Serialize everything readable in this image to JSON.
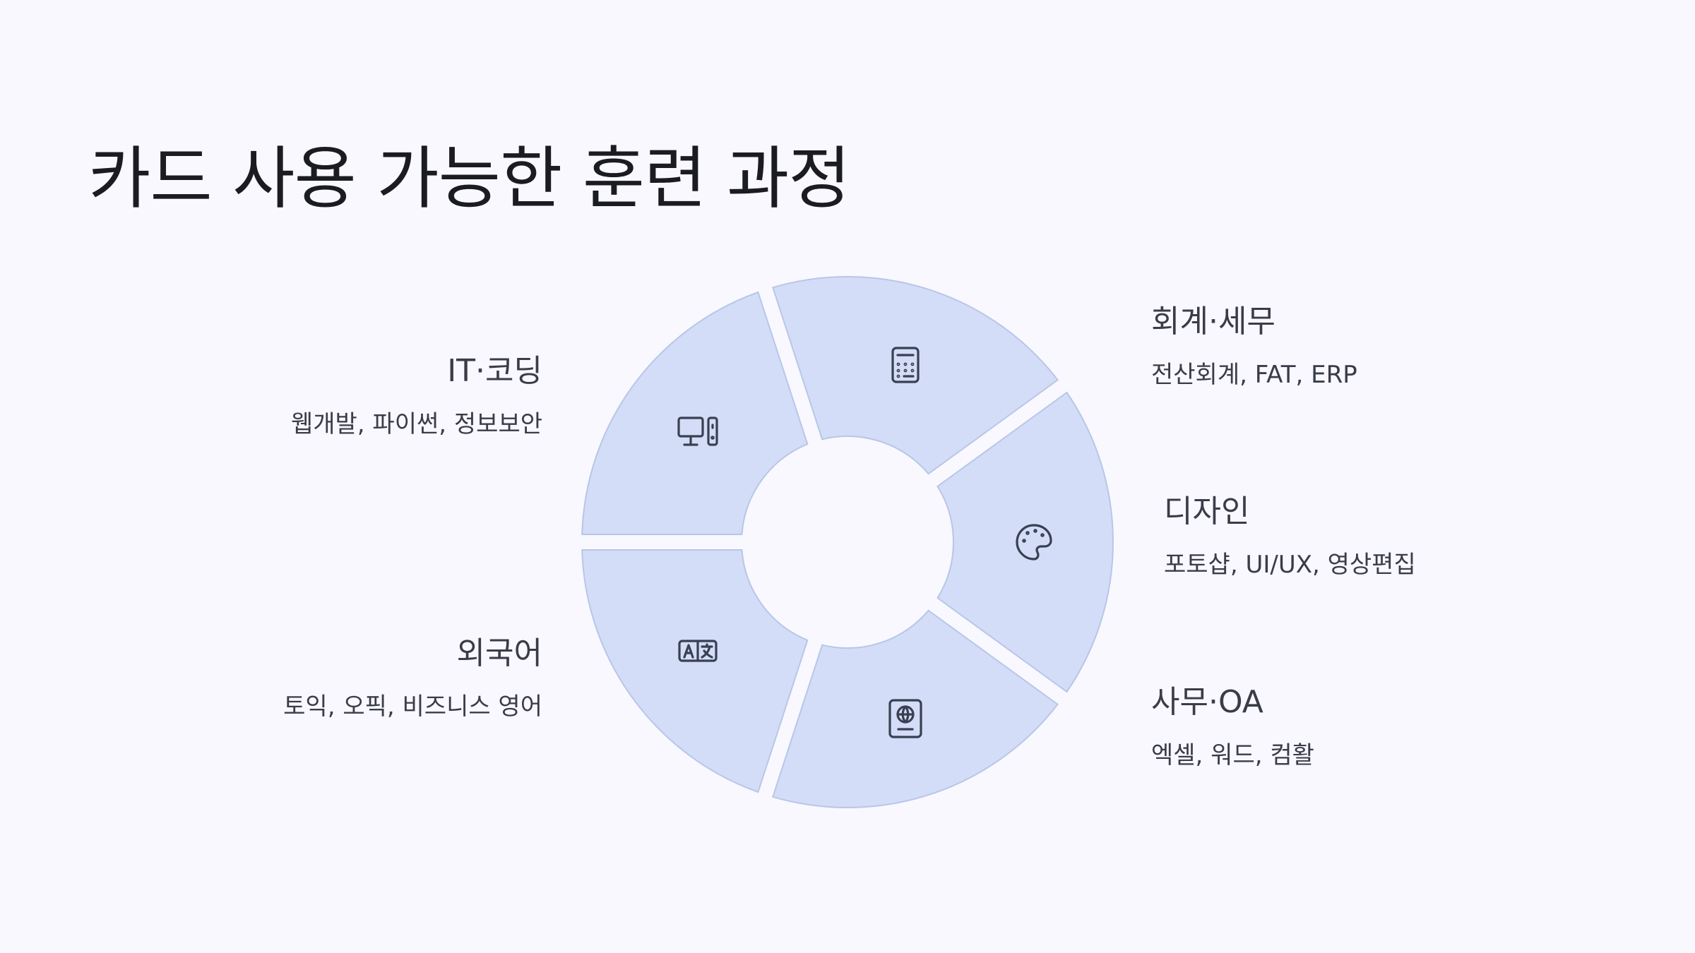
{
  "title": "카드 사용 가능한 훈련 과정",
  "colors": {
    "segment_fill": "#d3ddf7",
    "segment_stroke": "#b8c6e8",
    "icon": "#3a3f52",
    "text": "#3a3c48",
    "background": "#f8f8fe"
  },
  "categories": [
    {
      "id": "it",
      "title": "IT·코딩",
      "subtitle": "웹개발, 파이썬, 정보보안",
      "icon": "computer-icon"
    },
    {
      "id": "accounting",
      "title": "회계·세무",
      "subtitle": "전산회계, FAT, ERP",
      "icon": "calculator-icon"
    },
    {
      "id": "design",
      "title": "디자인",
      "subtitle": "포토샵, UI/UX, 영상편집",
      "icon": "palette-icon"
    },
    {
      "id": "office",
      "title": "사무·OA",
      "subtitle": "엑셀, 워드, 컴활",
      "icon": "passport-icon"
    },
    {
      "id": "language",
      "title": "외국어",
      "subtitle": "토익, 오픽, 비즈니스 영어",
      "icon": "language-icon"
    }
  ]
}
